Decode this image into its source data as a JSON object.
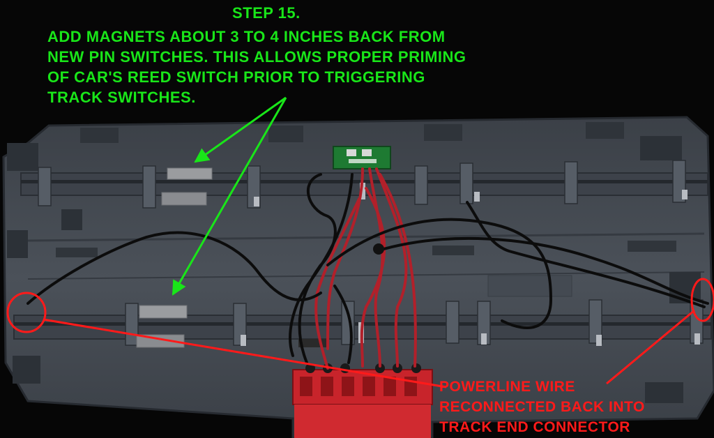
{
  "image": {
    "step_title": "STEP 15.",
    "step_text": [
      "ADD MAGNETS ABOUT 3 TO 4 INCHES BACK FROM",
      "NEW PIN SWITCHES. THIS ALLOWS PROPER PRIMING",
      "OF CAR'S REED SWITCH PRIOR TO TRIGGERING",
      "TRACK SWITCHES."
    ],
    "callout_text": [
      "POWERLINE WIRE",
      "RECONNECTED BACK INTO",
      "TRACK END CONNECTOR"
    ]
  },
  "colors": {
    "annotation_green": "#19e619",
    "annotation_red": "#ff1a1a",
    "track_plastic": "#4a5058",
    "background": "#060606",
    "connector_red": "#c8242b",
    "circuit_board_green": "#1e7a32"
  }
}
